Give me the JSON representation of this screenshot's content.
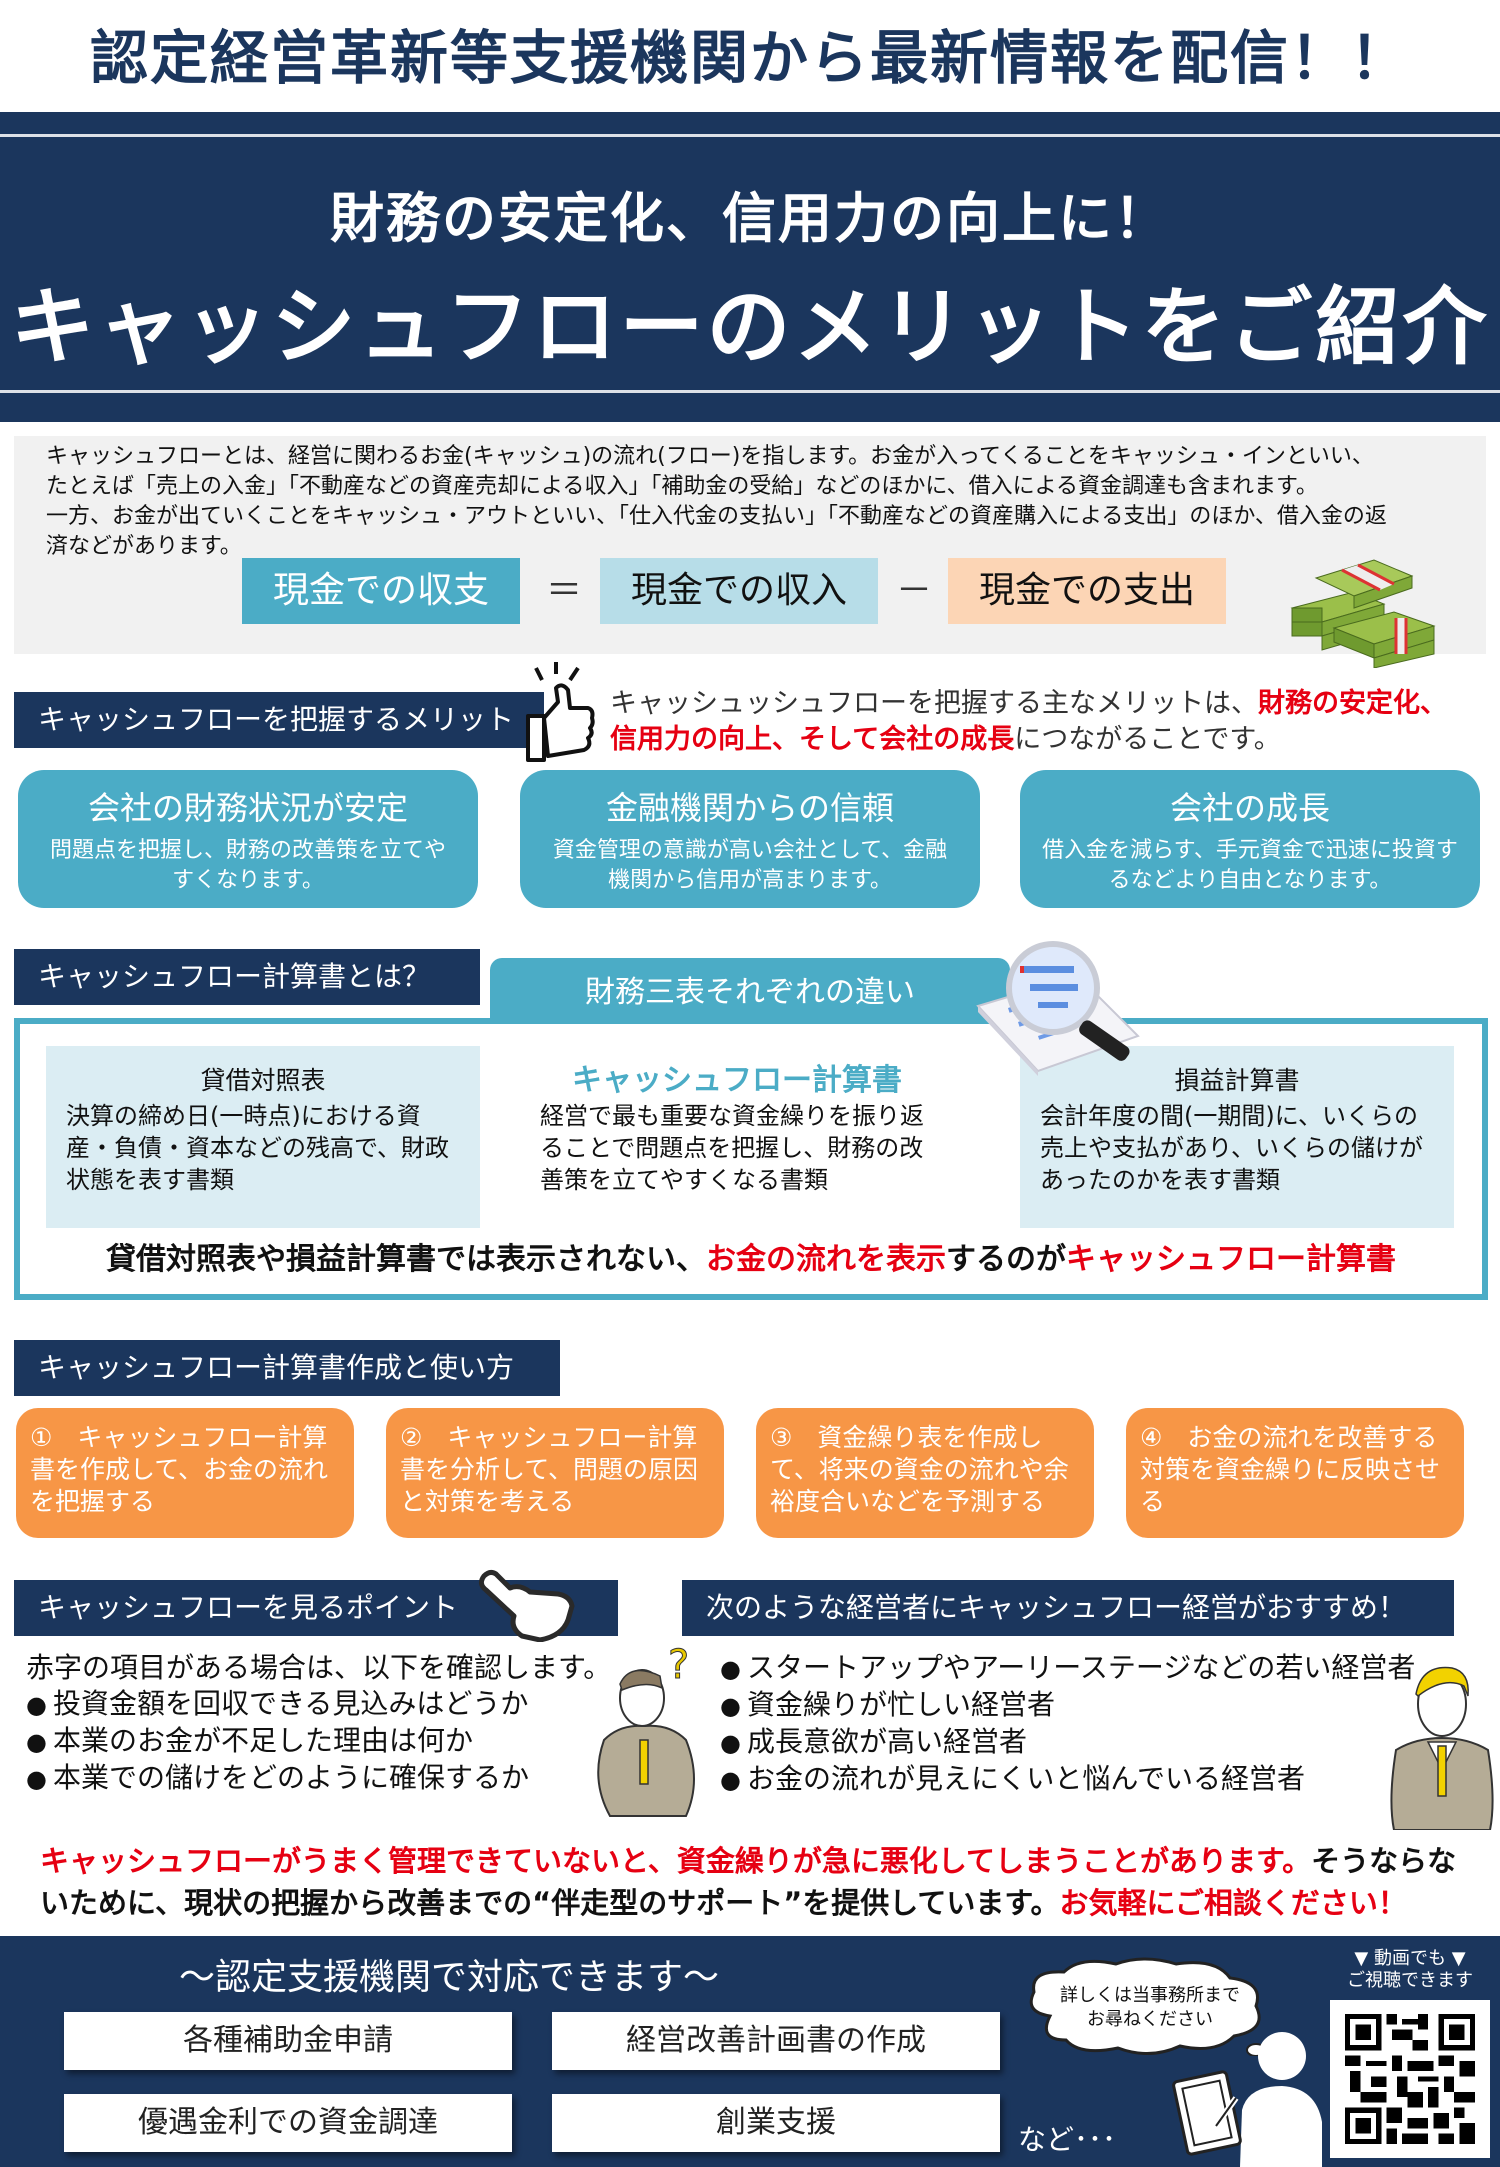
{
  "header": {
    "top_title": "認定経営革新等支援機関から最新情報を配信！！",
    "hero_subtitle": "財務の安定化、信用力の向上に！",
    "hero_title": "キャッシュフローのメリットをご紹介"
  },
  "intro": {
    "lines": [
      "キャッシュフローとは、経営に関わるお金(キャッシュ)の流れ(フロー)を指します。お金が入ってくることをキャッシュ・インといい、",
      "たとえば「売上の入金」「不動産などの資産売却による収入」「補助金の受給」などのほかに、借入による資金調達も含まれます。",
      "一方、お金が出ていくことをキャッシュ・アウトといい、「仕入代金の支払い」「不動産などの資産購入による支出」のほか、借入金の返",
      "済などがあります。"
    ],
    "equation": {
      "result": "現金での収支",
      "equals": "＝",
      "income": "現金での収入",
      "minus": "－",
      "expense": "現金での支出"
    },
    "icon": "money-stack-icon"
  },
  "merits": {
    "section_title": "キャッシュフローを把握するメリット",
    "icon": "thumbs-up-icon",
    "lead_plain_1": "キャッシュッシュフローを把握する主なメリットは、",
    "lead_red_1": "財務の安定化、",
    "lead_red_2": "信用力の向上、そして会社の成長",
    "lead_plain_2": "につながることです。",
    "cards": [
      {
        "title": "会社の財務状況が安定",
        "desc": "問題点を把握し、財務の改善策を立てやすくなります。"
      },
      {
        "title": "金融機関からの信頼",
        "desc": "資金管理の意識が高い会社として、金融機関から信用が高まります。"
      },
      {
        "title": "会社の成長",
        "desc": "借入金を減らす、手元資金で迅速に投資するなどより自由となります。"
      }
    ]
  },
  "statements": {
    "section_title": "キャッシュフロー計算書とは？",
    "tab_label": "財務三表それぞれの違い",
    "icon": "magnifier-document-icon",
    "items": [
      {
        "title": "貸借対照表",
        "desc": "決算の締め日(一時点)における資産・負債・資本などの残高で、財政状態を表す書類"
      },
      {
        "title": "キャッシュフロー計算書",
        "desc": "経営で最も重要な資金繰りを振り返ることで問題点を把握し、財務の改善策を立てやすくなる書類"
      },
      {
        "title": "損益計算書",
        "desc": "会計年度の間(一期間)に、いくらの売上や支払があり、いくらの儲けがあったのかを表す書類"
      }
    ],
    "footer_plain_1": "貸借対照表や損益計算書では表示されない、",
    "footer_red_1": "お金の流れを表示",
    "footer_plain_2": "するのが",
    "footer_red_2": "キャッシュフロー計算書"
  },
  "steps": {
    "section_title": "キャッシュフロー計算書作成と使い方",
    "items": [
      {
        "label": "①　キャッシュフロー計算書を作成して、お金の流れを把握する"
      },
      {
        "label": "②　キャッシュフロー計算書を分析して、問題の原因と対策を考える"
      },
      {
        "label": "③　資金繰り表を作成して、将来の資金の流れや余裕度合いなどを予測する"
      },
      {
        "label": "④　お金の流れを改善する対策を資金繰りに反映させる"
      }
    ]
  },
  "points": {
    "section_title": "キャッシュフローを見るポイント",
    "icon": "pointing-hand-icon",
    "intro": "赤字の項目がある場合は、以下を確認します。",
    "items": [
      "投資金額を回収できる見込みはどうか",
      "本業のお金が不足した理由は何か",
      "本業での儲けをどのように確保するか"
    ]
  },
  "recommend": {
    "section_title": "次のような経営者にキャッシュフロー経営がおすすめ！",
    "items": [
      "スタートアップやアーリーステージなどの若い経営者",
      "資金繰りが忙しい経営者",
      "成長意欲が高い経営者",
      "お金の流れが見えにくいと悩んでいる経営者"
    ]
  },
  "closing": {
    "red_1": "キャッシュフローがうまく管理できていないと、資金繰りが急に悪化してしまうことがあります。",
    "plain_1": "そうならないために、現状の把握から改善までの“伴走型のサポート”を提供しています。",
    "red_2": "お気軽にご相談ください！"
  },
  "footer": {
    "title": "～認定支援機関で対応できます～",
    "services": [
      "各種補助金申請",
      "経営改善計画書の作成",
      "優遇金利での資金調達",
      "創業支援"
    ],
    "etc": "など･･･",
    "bubble_line1": "詳しくは当事務所まで",
    "bubble_line2": "お尋ねください",
    "video_line1": "▼ 動画でも ▼",
    "video_line2": "ご視聴できます",
    "qr_icon": "qr-code-icon"
  },
  "colors": {
    "navy": "#1b365d",
    "teal": "#4bacc6",
    "light_teal": "#b7dde8",
    "light_blue_panel": "#dbedf3",
    "peach": "#fcd5b5",
    "orange": "#f79646",
    "arrow_bg": "#fdeada",
    "red": "#e60012"
  }
}
